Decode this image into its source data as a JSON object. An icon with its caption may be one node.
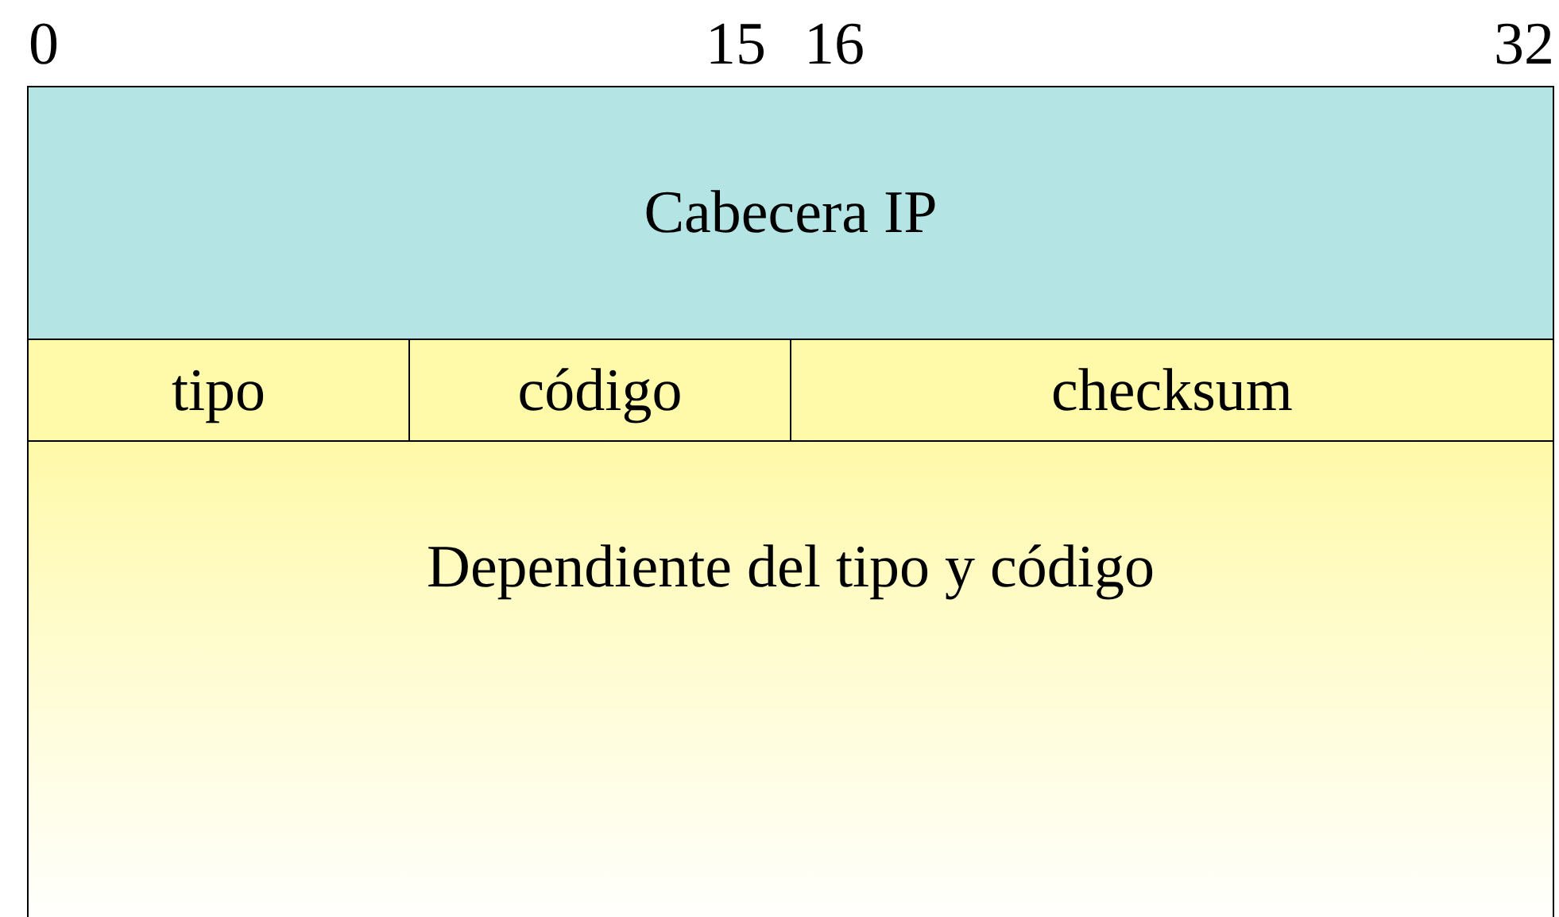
{
  "diagram": {
    "nodes": [
      {
        "text": [
          "Cabecera IP"
        ]
      },
      {
        "text": [
          "tipo"
        ]
      },
      {
        "text": [
          "código"
        ]
      },
      {
        "text": [
          "checksum"
        ]
      },
      {
        "text": [
          "Dependiente del tipo y código"
        ]
      }
    ],
    "labels": [
      "0",
      "15",
      "16",
      "32"
    ]
  }
}
